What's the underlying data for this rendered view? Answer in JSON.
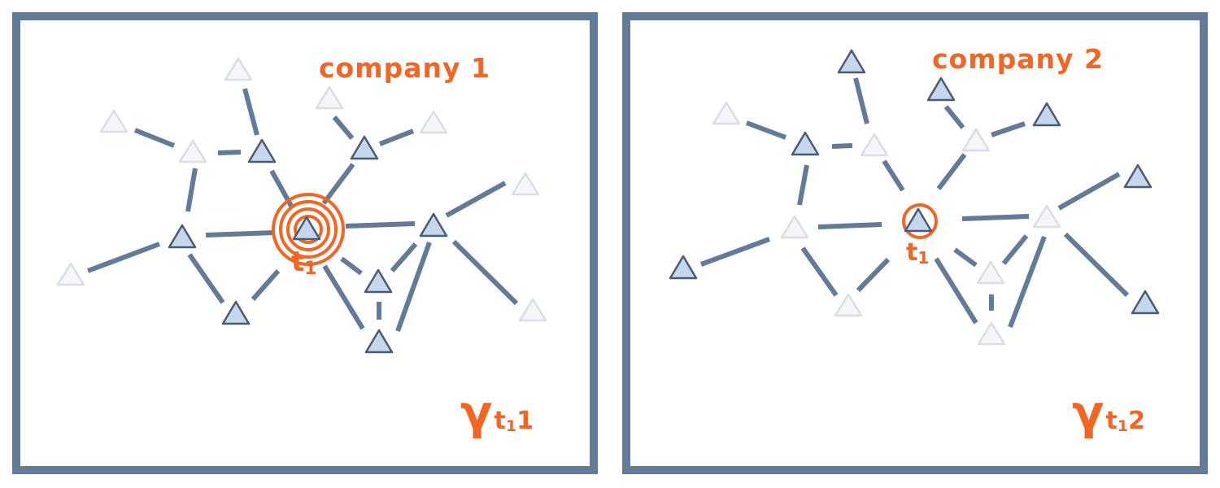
{
  "panels": [
    {
      "company_label": "company 1",
      "node_label": "t",
      "node_label_sub": "1",
      "gamma_symbol": "γ",
      "gamma_sub_t": "t",
      "gamma_sub_t_index": "1",
      "gamma_sub_company": "1",
      "focus_ring_count": 4,
      "colors": {
        "accent": "#f26522",
        "edge": "#637a98",
        "node_active": "#c6d6ec",
        "node_faded": "#f4f6fa"
      }
    },
    {
      "company_label": "company 2",
      "node_label": "t",
      "node_label_sub": "1",
      "gamma_symbol": "γ",
      "gamma_sub_t": "t",
      "gamma_sub_t_index": "1",
      "gamma_sub_company": "2",
      "focus_ring_count": 1,
      "colors": {
        "accent": "#f26522",
        "edge": "#637a98",
        "node_active": "#c6d6ec",
        "node_faded": "#f4f6fa"
      }
    }
  ]
}
